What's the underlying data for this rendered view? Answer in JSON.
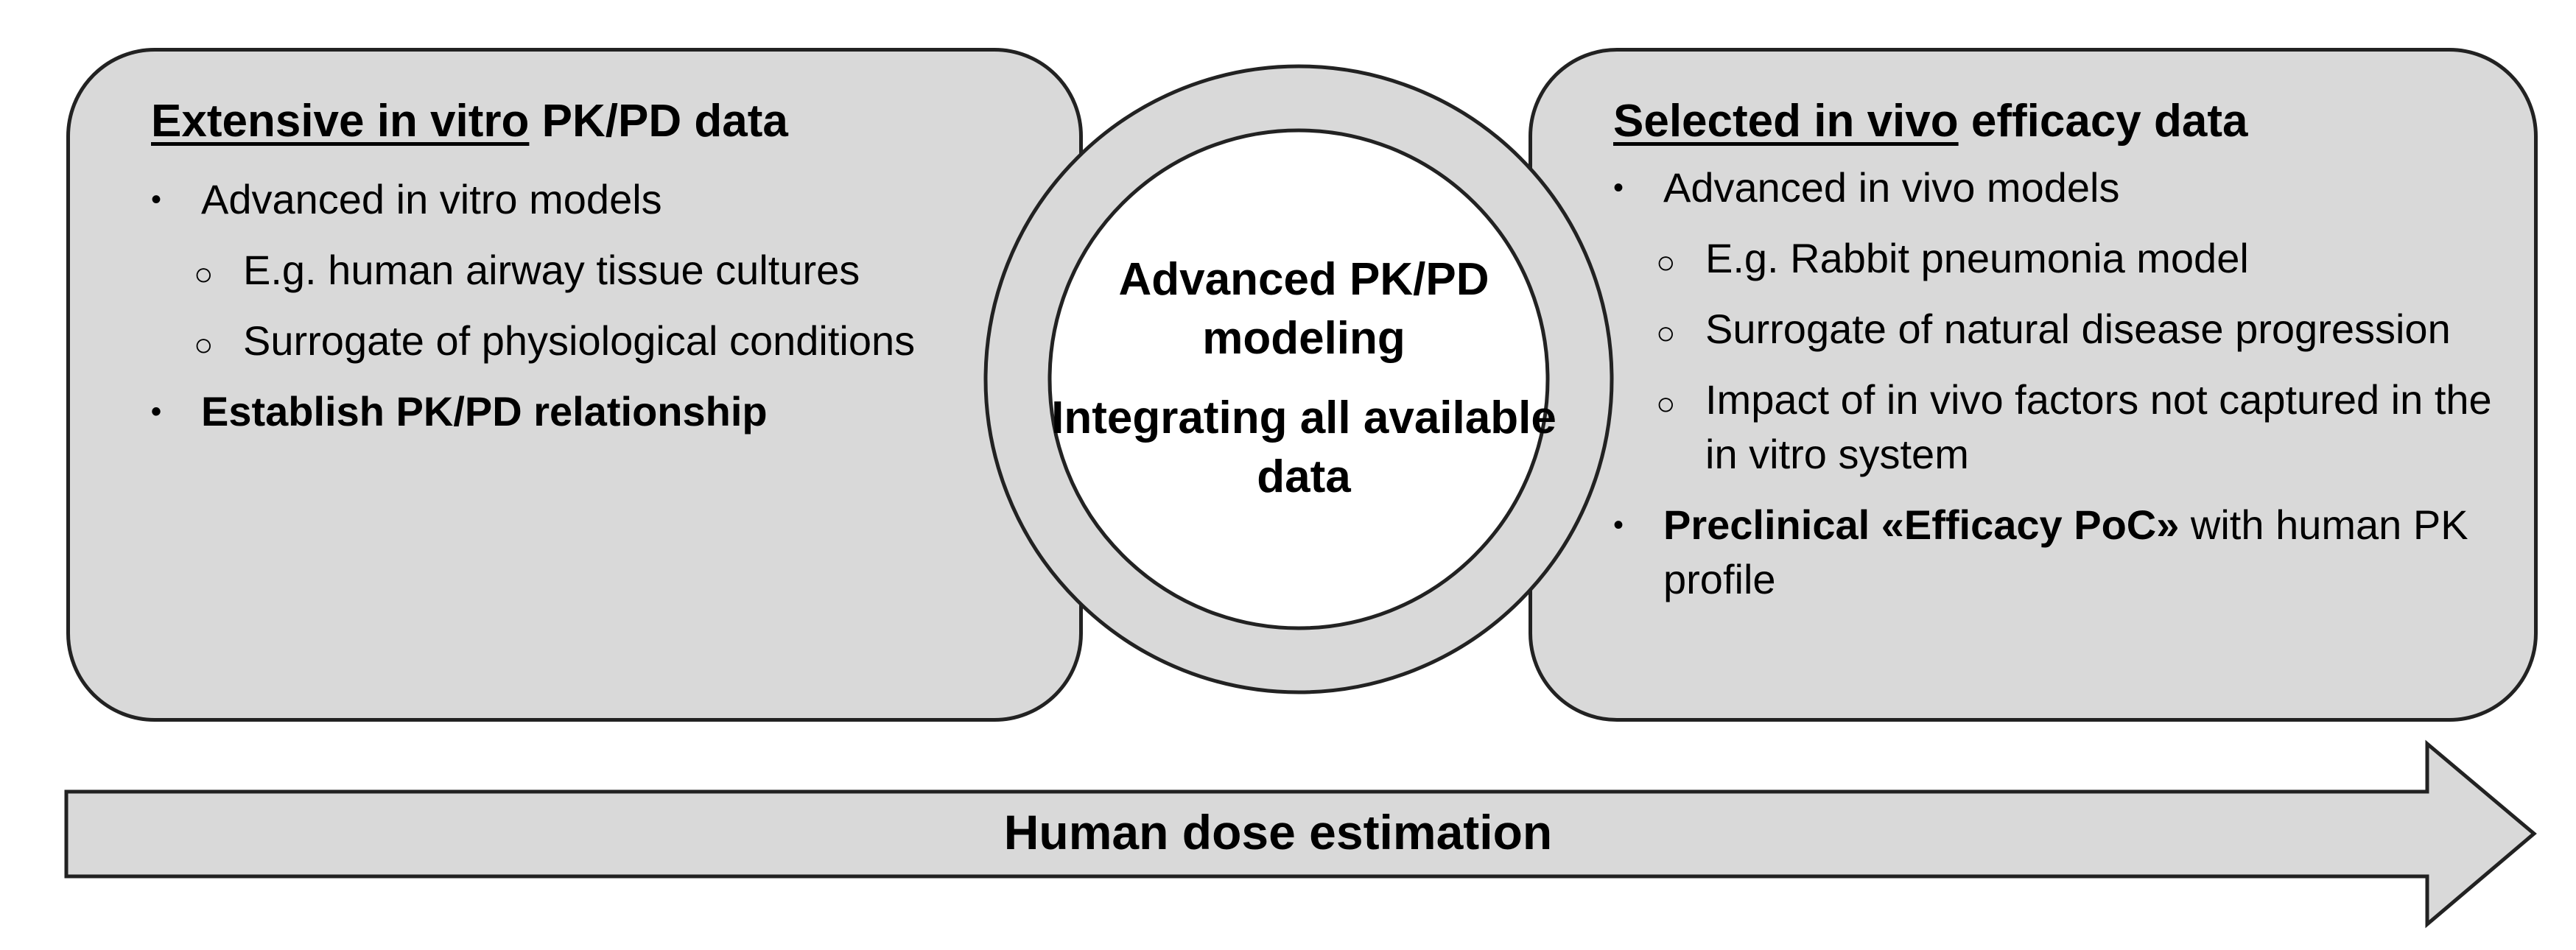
{
  "left_panel": {
    "title_underlined": "Extensive in vitro",
    "title_rest": " PK/PD data",
    "items": [
      {
        "level": 1,
        "text": "Advanced in vitro models"
      },
      {
        "level": 2,
        "text": "E.g. human airway tissue cultures"
      },
      {
        "level": 2,
        "text": "Surrogate of physiological conditions"
      },
      {
        "level": 1,
        "text": "Establish PK/PD relationship",
        "bold": true
      }
    ]
  },
  "right_panel": {
    "title_underlined": "Selected in vivo",
    "title_rest": " efficacy data",
    "items": [
      {
        "level": 1,
        "text": "Advanced in vivo models"
      },
      {
        "level": 2,
        "text": "E.g. Rabbit pneumonia model"
      },
      {
        "level": 2,
        "text": "Surrogate of natural disease progression"
      },
      {
        "level": 2,
        "text": "Impact of in vivo factors not captured in the in vitro system"
      }
    ],
    "last_item_bold": "Preclinical «Efficacy PoC»",
    "last_item_rest": " with human PK profile"
  },
  "center": {
    "line1": "Advanced PK/PD modeling",
    "line2": "Integrating all available data"
  },
  "arrow": {
    "label": "Human dose estimation"
  },
  "colors": {
    "box_fill": "#d9d9d9",
    "stroke": "#222222",
    "center_fill": "#ffffff"
  }
}
